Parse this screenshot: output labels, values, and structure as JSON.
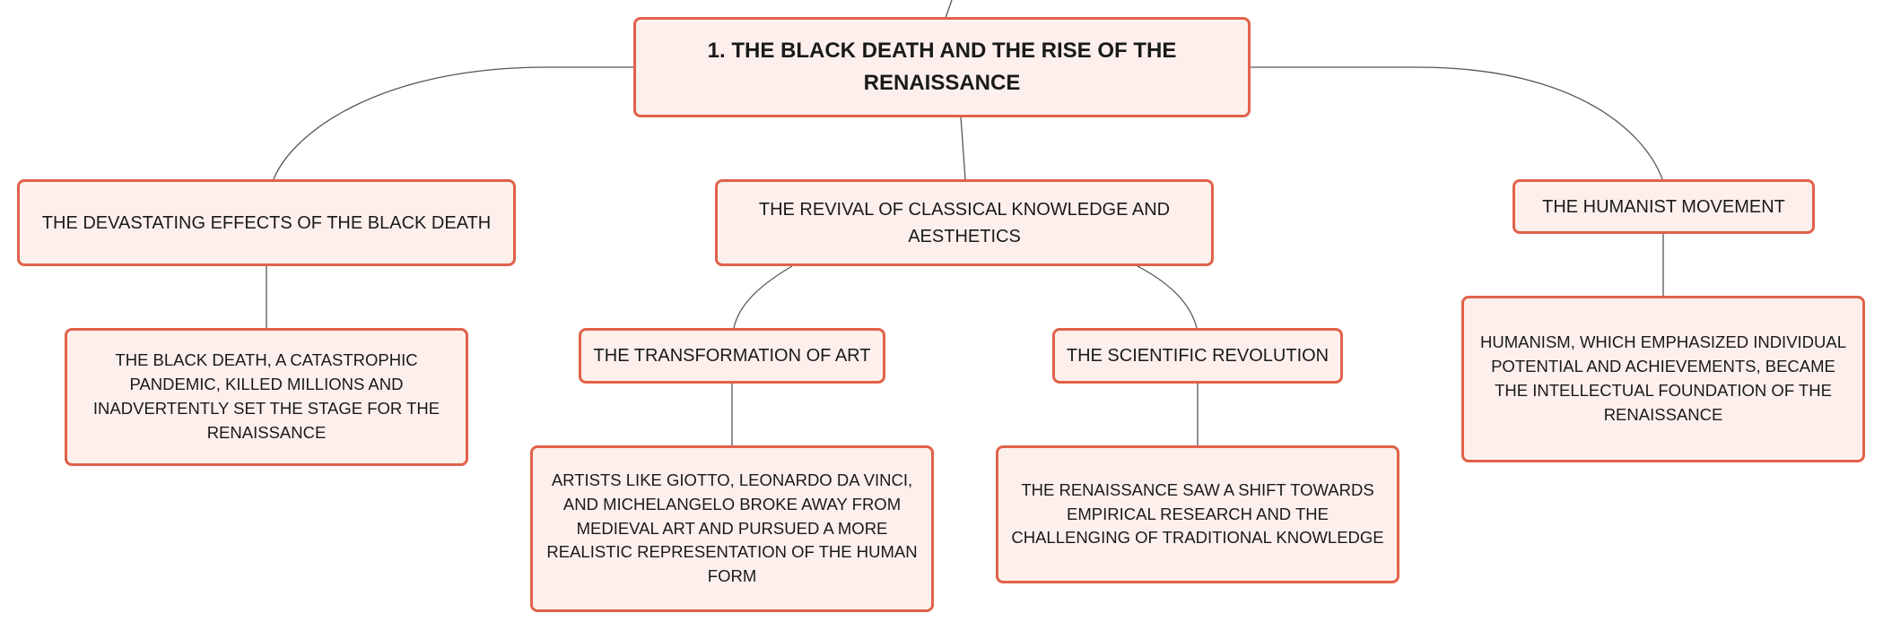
{
  "colors": {
    "node_fill": "#fdf0ec",
    "node_border": "#e0624a",
    "connector": "#555555",
    "text": "#1a1a1a"
  },
  "mindmap": {
    "root": {
      "label": "1. The Black Death and the Rise of the Renaissance"
    },
    "branches": [
      {
        "label": "The Devastating Effects of the Black Death",
        "detail": "The Black Death, a catastrophic pandemic, killed millions and inadvertently set the stage for the Renaissance"
      },
      {
        "label": "The Revival of Classical Knowledge and Aesthetics",
        "children": [
          {
            "label": "The Transformation of Art",
            "detail": "Artists like Giotto, Leonardo da Vinci, and Michelangelo broke away from medieval art and pursued a more realistic representation of the human form"
          },
          {
            "label": "The Scientific Revolution",
            "detail": "The Renaissance saw a shift towards empirical research and the challenging of traditional knowledge"
          }
        ]
      },
      {
        "label": "The Humanist Movement",
        "detail": "Humanism, which emphasized individual potential and achievements, became the intellectual foundation of the Renaissance"
      }
    ]
  }
}
